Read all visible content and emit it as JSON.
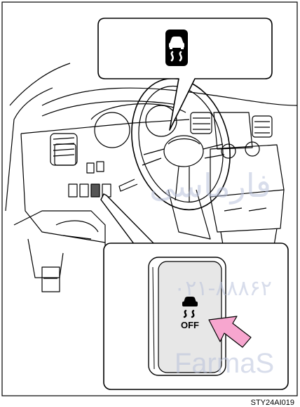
{
  "figure": {
    "caption_code": "STY24AI019",
    "indicator_icon": "vsc-skid-indicator-icon",
    "switch_label": "OFF",
    "pointer": "pink-arrow-icon"
  },
  "watermark": {
    "arabic_text": "فارماسی",
    "phone": "۰۲۱-۸۸۸۶۲",
    "latin_text": "FarmaS"
  },
  "colors": {
    "line": "#000000",
    "callout_bg": "#ffffff",
    "switch_face": "#e7e7e7",
    "arrow_fill": "#f7a6cf",
    "watermark": "#b9c2dc"
  }
}
